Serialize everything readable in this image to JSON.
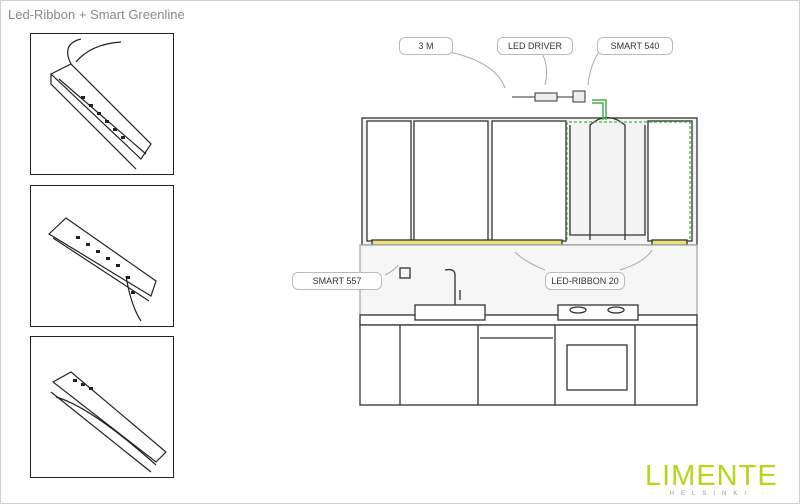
{
  "title": "Led-Ribbon + Smart Greenline",
  "labels": {
    "cable": "3 M",
    "driver": "LED DRIVER",
    "smart540": "SMART 540",
    "smart557": "SMART 557",
    "ribbon": "LED-RIBBON 20"
  },
  "logo": {
    "name": "LIMENTE",
    "sub": "· HELSINKI ·"
  },
  "colors": {
    "accent": "#b9d41a",
    "led": "#e8e27a",
    "wire": "#4caf50"
  }
}
